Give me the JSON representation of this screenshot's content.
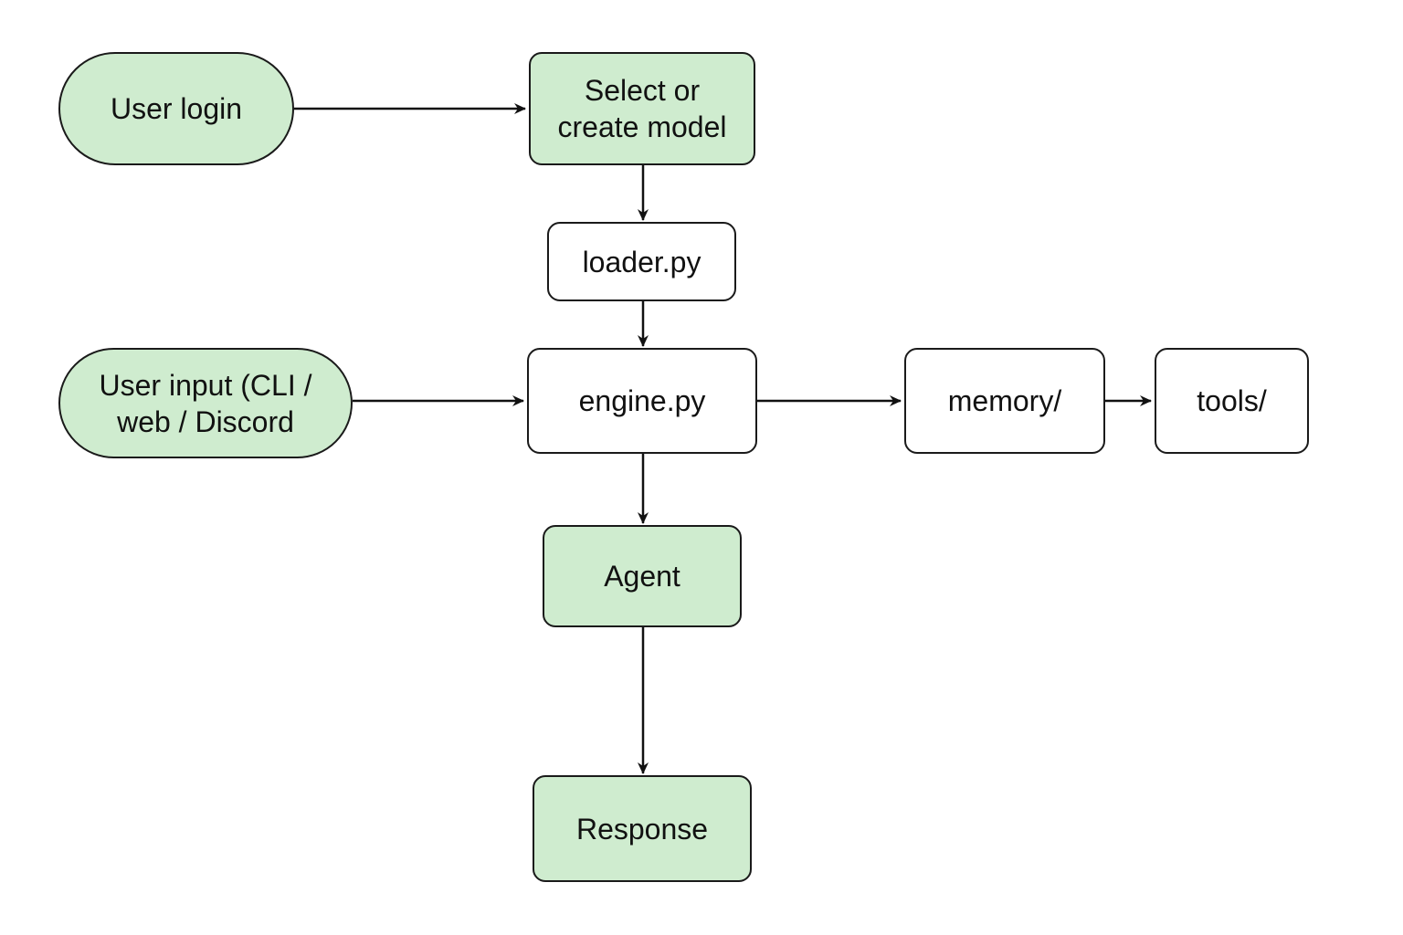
{
  "nodes": {
    "user_login": "User login",
    "select_model": "Select or\ncreate model",
    "loader": "loader.py",
    "user_input": "User input (CLI /\nweb / Discord",
    "engine": "engine.py",
    "memory": "memory/",
    "tools": "tools/",
    "agent": "Agent",
    "response": "Response"
  },
  "edges": [
    {
      "from": "user_login",
      "to": "select_model"
    },
    {
      "from": "select_model",
      "to": "loader"
    },
    {
      "from": "loader",
      "to": "engine"
    },
    {
      "from": "user_input",
      "to": "engine"
    },
    {
      "from": "engine",
      "to": "memory"
    },
    {
      "from": "memory",
      "to": "tools"
    },
    {
      "from": "engine",
      "to": "agent"
    },
    {
      "from": "agent",
      "to": "response"
    }
  ],
  "colors": {
    "fill": "#cfeccf",
    "stroke": "#1a1a1a"
  }
}
